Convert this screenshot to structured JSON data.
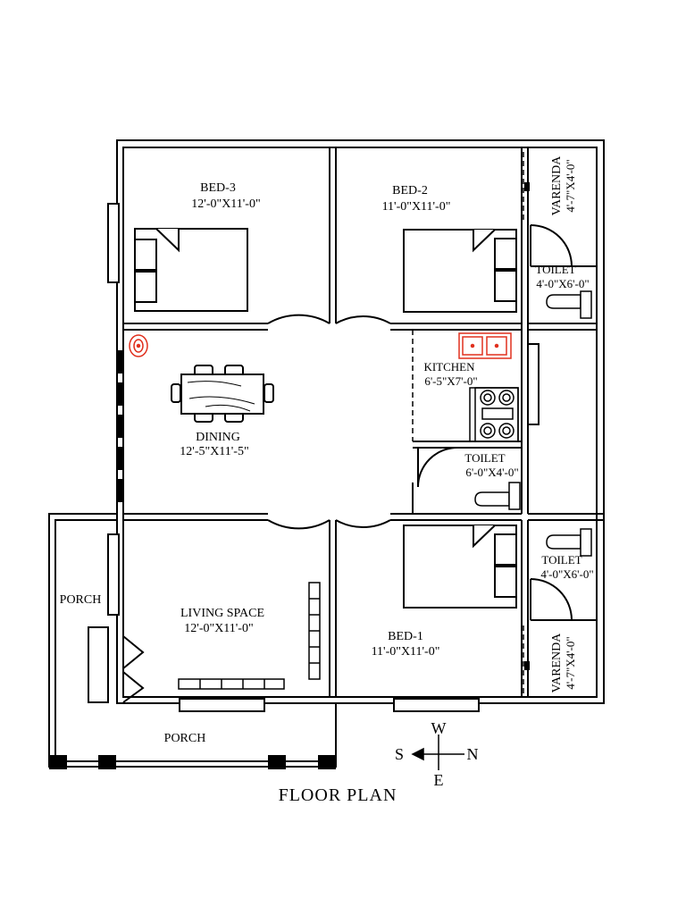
{
  "title": "FLOOR PLAN",
  "rooms": {
    "bed3": {
      "name": "BED-3",
      "size": "12'-0\"X11'-0\""
    },
    "bed2": {
      "name": "BED-2",
      "size": "11'-0\"X11'-0\""
    },
    "varenda_top": {
      "name": "VARENDA",
      "size": "4'-7\"X4'-0\""
    },
    "toilet_top": {
      "name": "TOILET",
      "size": "4'-0\"X6'-0\""
    },
    "kitchen": {
      "name": "KITCHEN",
      "size": "6'-5\"X7'-0\""
    },
    "dining": {
      "name": "DINING",
      "size": "12'-5\"X11'-5\""
    },
    "toilet_mid": {
      "name": "TOILET",
      "size": "6'-0\"X4'-0\""
    },
    "toilet_right": {
      "name": "TOILET",
      "size": "4'-0\"X6'-0\""
    },
    "living": {
      "name": "LIVING SPACE",
      "size": "12'-0\"X11'-0\""
    },
    "bed1": {
      "name": "BED-1",
      "size": "11'-0\"X11'-0\""
    },
    "varenda_bottom": {
      "name": "VARENDA",
      "size": "4'-7\"X4'-0\""
    },
    "porch_side": {
      "name": "PORCH"
    },
    "porch_front": {
      "name": "PORCH"
    }
  },
  "compass": {
    "w": "W",
    "s": "S",
    "n": "N",
    "e": "E"
  },
  "colors": {
    "line": "#000000",
    "accent": "#e0301e"
  }
}
